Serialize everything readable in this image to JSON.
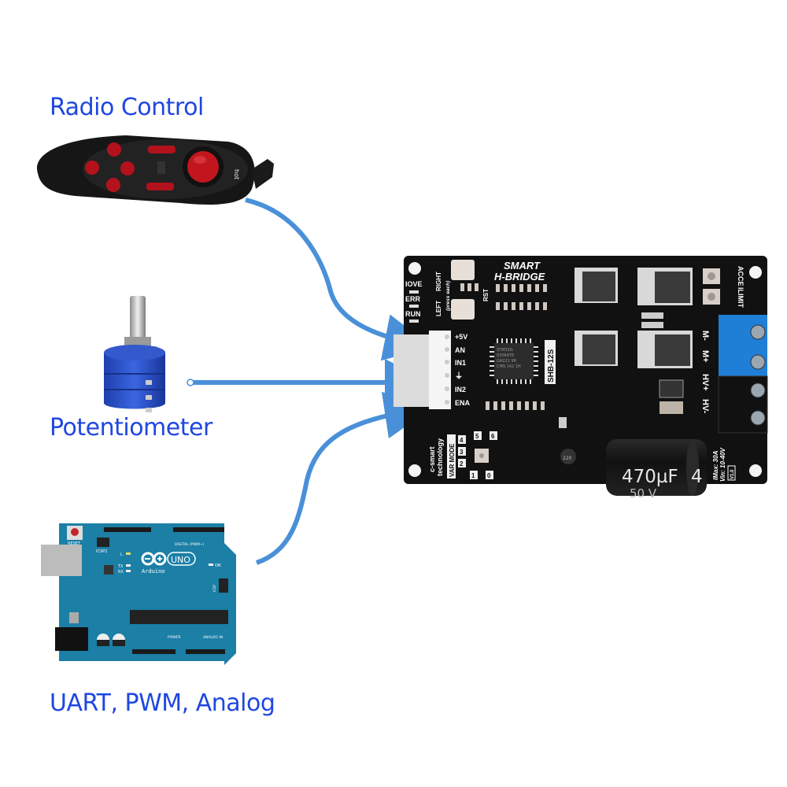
{
  "labels": {
    "radio_control": "Radio Control",
    "potentiometer": "Potentiometer",
    "arduino": "UART, PWM, Analog"
  },
  "colors": {
    "label_blue": "#1f47e0",
    "arrow_blue": "#4a90d9",
    "pcb_black": "#111111",
    "terminal_blue": "#1f7fd6",
    "arduino_teal": "#1b7fa6"
  },
  "board": {
    "title_line1": "SMART",
    "title_line2": "H-BRIDGE",
    "model": "SHB-12S",
    "mcu_lines": [
      "STM32G",
      "030K6T6",
      "GA221 9R",
      "CHN 142 1H"
    ],
    "led_labels": [
      "IOVE",
      "ERR",
      "RUN"
    ],
    "button_labels": [
      "RIGHT",
      "LEFT",
      "(press each)"
    ],
    "rst_label": "RST",
    "header_pins": [
      "+5V",
      "AN",
      "IN1",
      "⏚",
      "IN2",
      "ENA"
    ],
    "pot_labels": [
      "ACCE",
      "ILIMIT"
    ],
    "motor_labels": [
      "M-",
      "M+",
      "HV+",
      "HV-"
    ],
    "spec_lines": [
      "IMax: 30A",
      "Vin: 10-40V"
    ],
    "version": "V1.0",
    "brand": [
      "c-smart",
      "technology"
    ],
    "mode_label": "VAR MODE",
    "mode_numbers": [
      "5",
      "6",
      "4",
      "3",
      "2",
      "1",
      "0"
    ],
    "capacitor_value": "470µF",
    "capacitor_voltage": "50 V",
    "capacitor_partial": "4",
    "inductor": "220"
  },
  "arduino_board": {
    "logo_text": "UNO",
    "brand": "Arduino",
    "reset": "RESET",
    "icsp2": "ICSP2",
    "icsp": "ICSP",
    "digital": "DIGITAL (PWM~)",
    "power": "POWER",
    "analog": "ANALOG IN",
    "on": "ON",
    "tx": "TX",
    "rx": "RX",
    "l": "L"
  },
  "remote": {
    "brand": "hot"
  }
}
